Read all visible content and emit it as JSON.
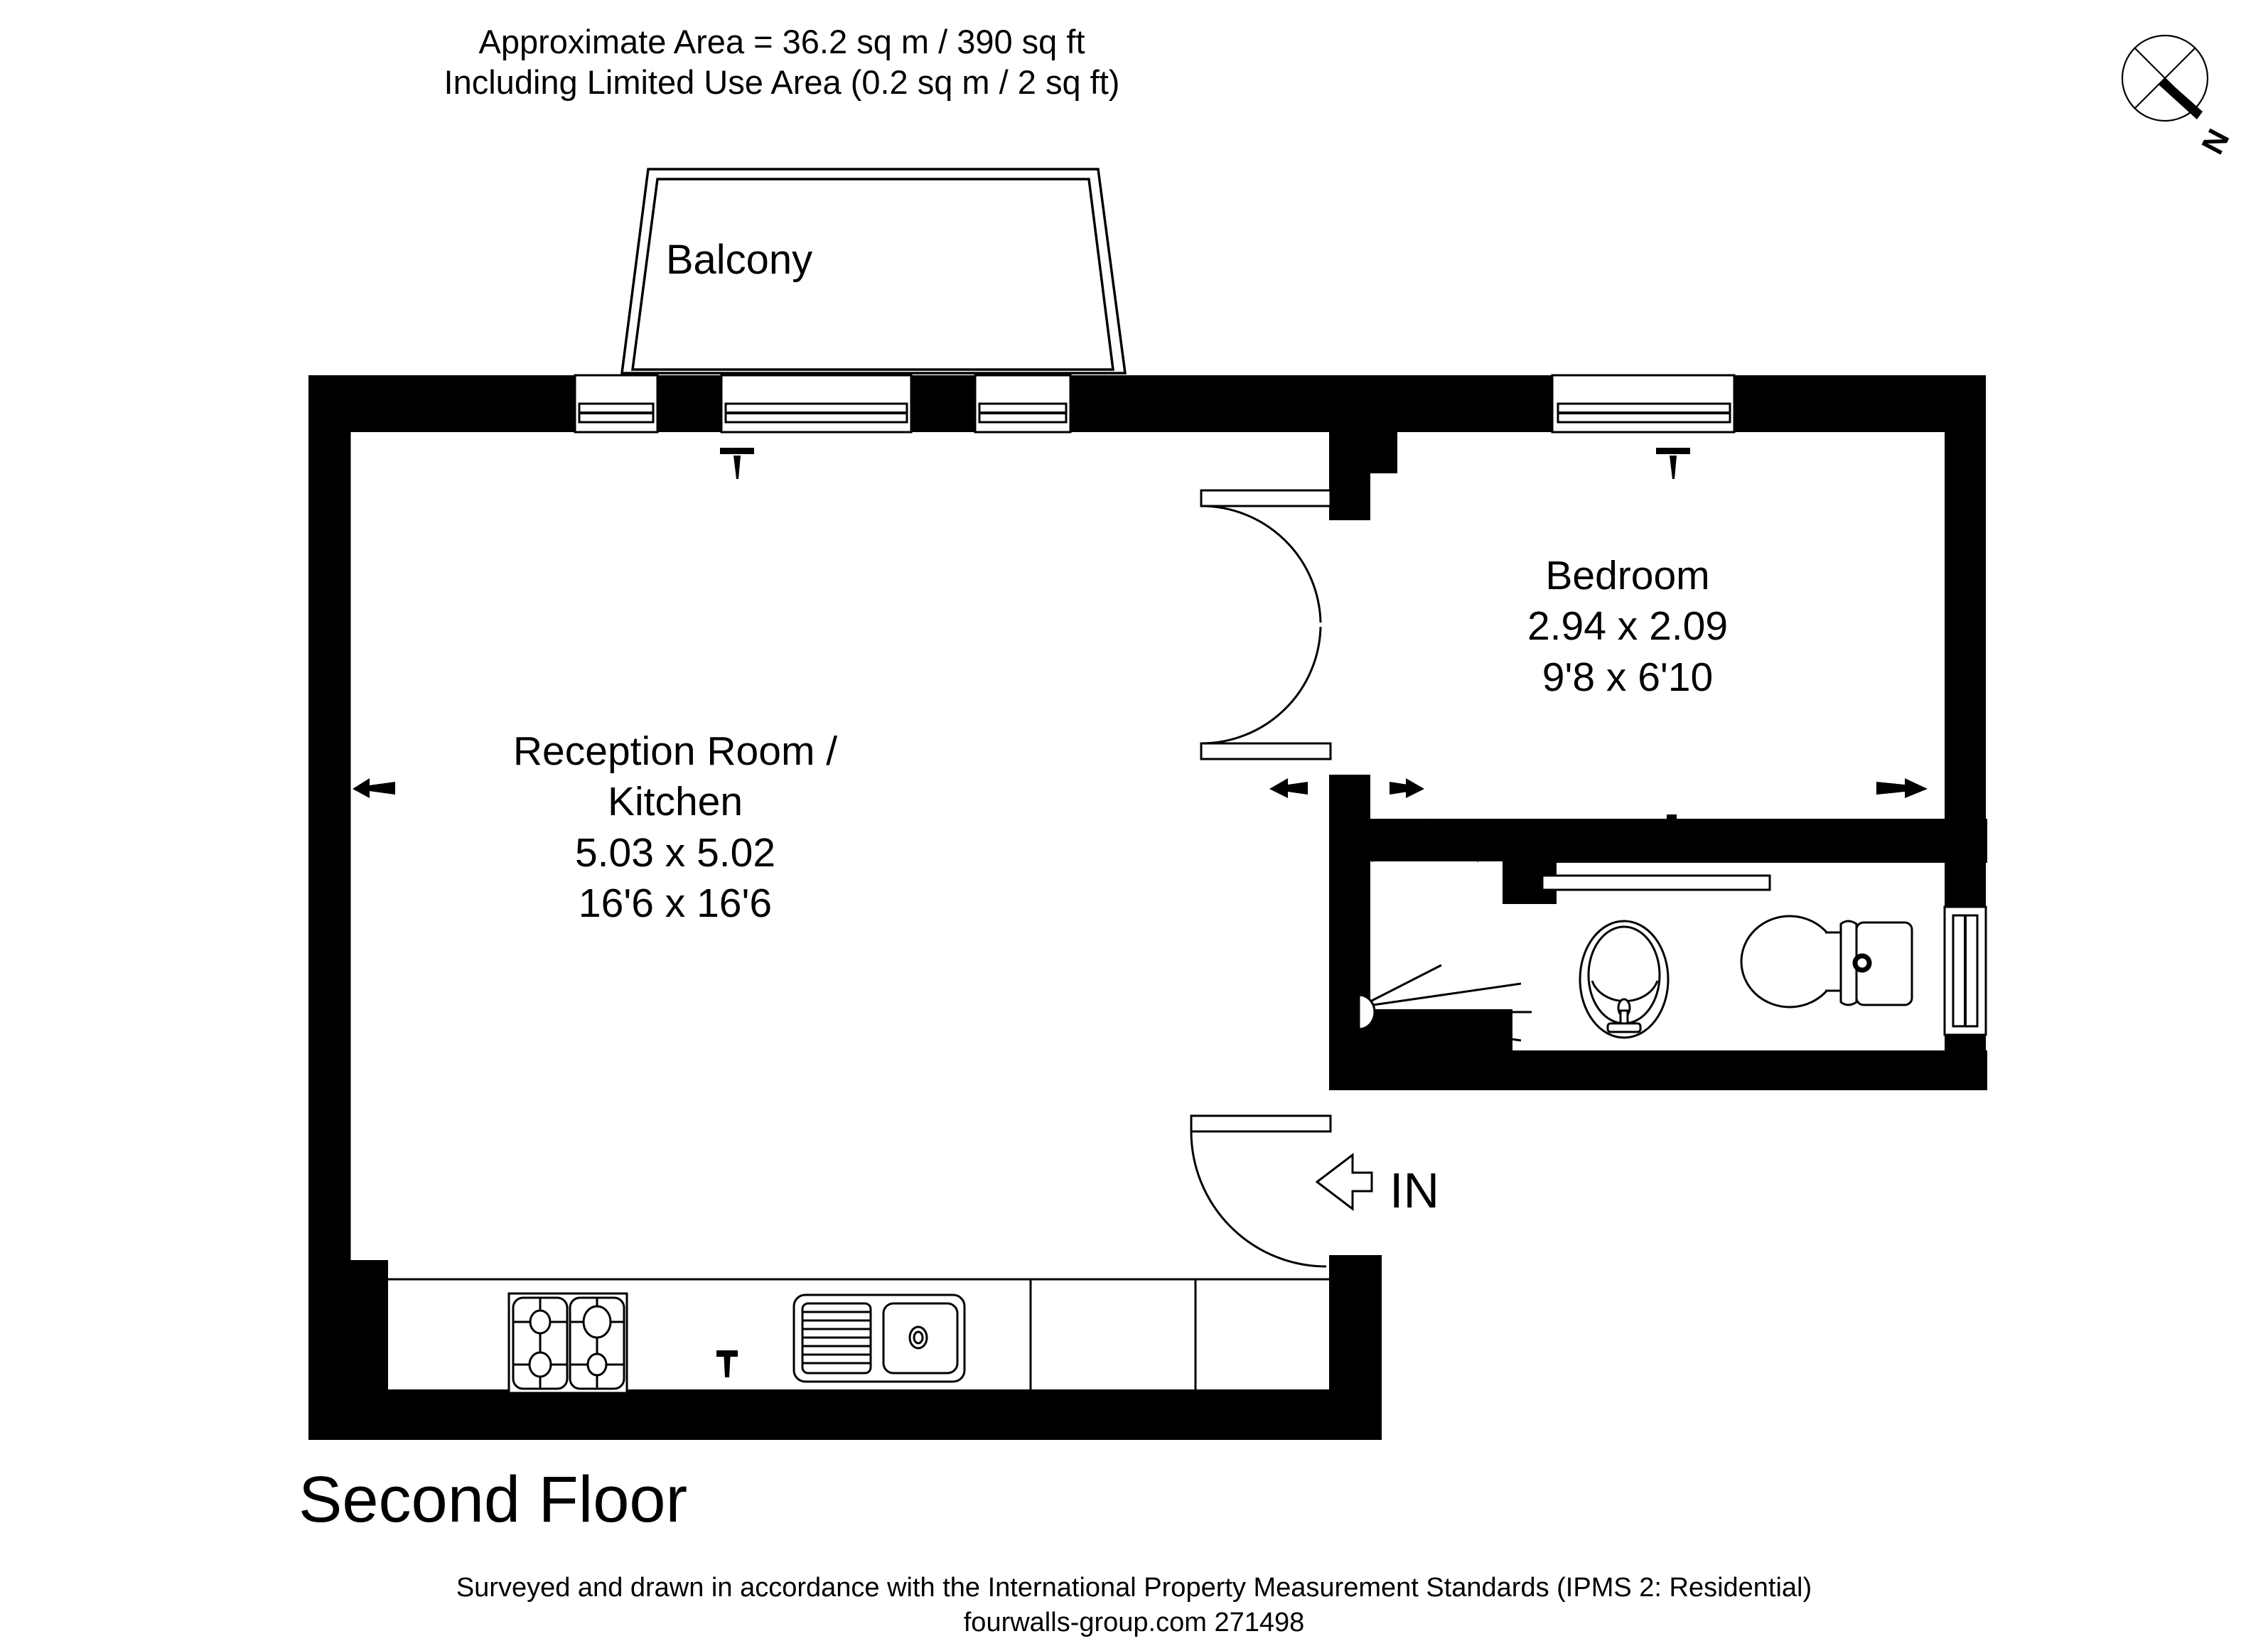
{
  "header": {
    "line1": "Approximate Area = 36.2 sq m / 390 sq ft",
    "line2": "Including Limited Use Area (0.2 sq m / 2 sq ft)"
  },
  "compass": {
    "north_label": "N",
    "icon": "compass-rose-icon"
  },
  "floor": {
    "title": "Second Floor"
  },
  "footer": {
    "line1": "Surveyed and drawn in accordance with the International Property Measurement Standards (IPMS 2: Residential)",
    "line2": "fourwalls-group.com 271498"
  },
  "rooms": [
    {
      "id": "balcony",
      "name": "Balcony",
      "metric": "",
      "imperial": ""
    },
    {
      "id": "reception",
      "name_line1": "Reception Room /",
      "name_line2": "Kitchen",
      "metric": "5.03 x 5.02",
      "imperial": "16'6 x 16'6"
    },
    {
      "id": "bedroom",
      "name": "Bedroom",
      "metric": "2.94 x 2.09",
      "imperial": "9'8 x 6'10"
    }
  ],
  "entrance": {
    "label": "IN",
    "arrow": "arrow-left-icon"
  },
  "fixtures": [
    {
      "name": "hob",
      "label": "4-burner hob"
    },
    {
      "name": "sink",
      "label": "kitchen sink with drainer"
    },
    {
      "name": "toilet",
      "label": "wc"
    },
    {
      "name": "basin",
      "label": "wash basin"
    },
    {
      "name": "shower",
      "label": "shower head"
    },
    {
      "name": "radiator",
      "label": "radiator"
    },
    {
      "name": "wardrobe",
      "label": "cupboard"
    }
  ],
  "colors": {
    "wall": "#000000",
    "background": "#ffffff",
    "line": "#000000"
  }
}
